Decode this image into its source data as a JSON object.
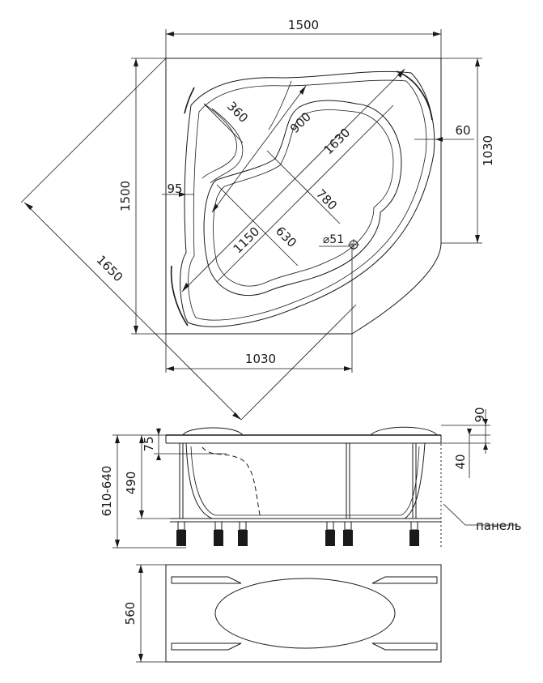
{
  "top_view": {
    "width": "1500",
    "height": "1500",
    "diagonal": "1650",
    "edge_right": "1030",
    "edge_bottom": "1030",
    "inner_long": "1630",
    "inner_mid": "1150",
    "seat_length": "900",
    "seat_depth": "360",
    "depth_780": "780",
    "depth_630": "630",
    "rim_left": "95",
    "rim_right": "60",
    "drain": "⌀51"
  },
  "side_view": {
    "total_height": "610-640",
    "tub_height": "490",
    "rim_offset": "75",
    "top_90": "90",
    "top_40": "40",
    "panel_label": "панель"
  },
  "panel_view": {
    "height": "560"
  }
}
